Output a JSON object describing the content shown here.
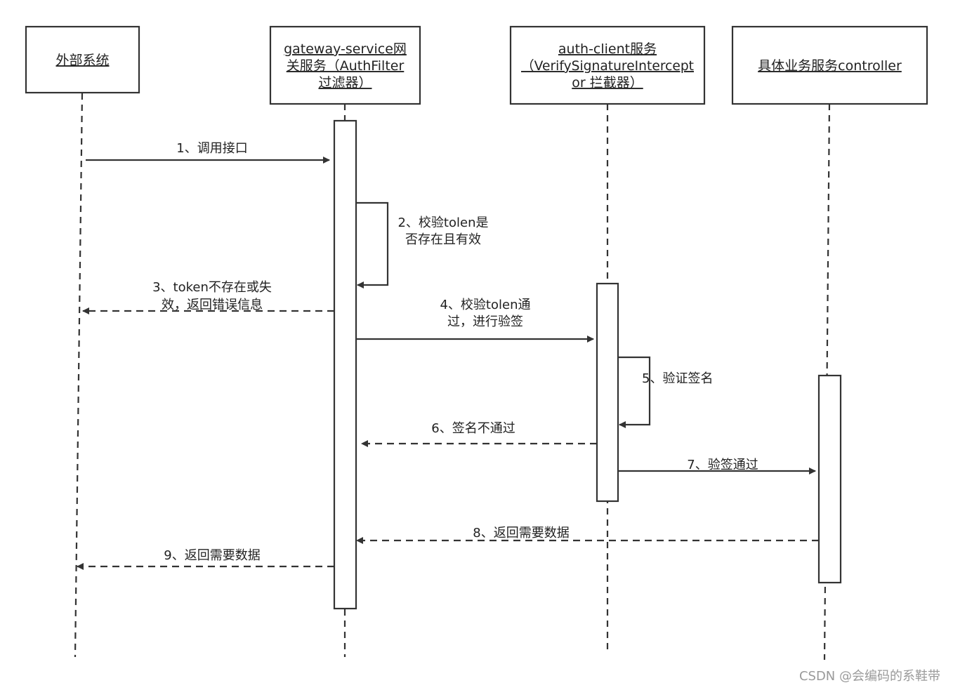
{
  "participants": [
    {
      "id": "external",
      "lines": [
        "外部系统"
      ]
    },
    {
      "id": "gateway",
      "lines": [
        "gateway-service网",
        "关服务（AuthFilter",
        "过滤器）"
      ]
    },
    {
      "id": "authclient",
      "lines": [
        "auth-client服务",
        "（VerifySignatureIntercept",
        "or 拦截器）"
      ]
    },
    {
      "id": "controller",
      "lines": [
        "具体业务服务controller"
      ]
    }
  ],
  "messages": [
    {
      "id": "m1",
      "from": "external",
      "to": "gateway",
      "style": "solid",
      "lines": [
        "1、调用接口"
      ]
    },
    {
      "id": "m2",
      "from": "gateway",
      "to": "gateway",
      "style": "self",
      "lines": [
        "2、校验tolen是",
        "否存在且有效"
      ]
    },
    {
      "id": "m3",
      "from": "gateway",
      "to": "external",
      "style": "dashed",
      "lines": [
        "3、token不存在或失",
        "效，返回错误信息"
      ]
    },
    {
      "id": "m4",
      "from": "gateway",
      "to": "authclient",
      "style": "solid",
      "lines": [
        "4、校验tolen通",
        "过，进行验签"
      ]
    },
    {
      "id": "m5",
      "from": "authclient",
      "to": "authclient",
      "style": "self",
      "lines": [
        "5、验证签名"
      ]
    },
    {
      "id": "m6",
      "from": "authclient",
      "to": "gateway",
      "style": "dashed",
      "lines": [
        "6、签名不通过"
      ]
    },
    {
      "id": "m7",
      "from": "authclient",
      "to": "controller",
      "style": "solid",
      "lines": [
        "7、验签通过"
      ]
    },
    {
      "id": "m8",
      "from": "controller",
      "to": "gateway",
      "style": "dashed",
      "lines": [
        "8、返回需要数据"
      ]
    },
    {
      "id": "m9",
      "from": "gateway",
      "to": "external",
      "style": "dashed",
      "lines": [
        "9、返回需要数据"
      ]
    }
  ],
  "watermark": "CSDN @会编码的系鞋带",
  "colors": {
    "stroke": "#333333",
    "text": "#222222",
    "background": "#ffffff",
    "watermark": "#9a9a9a"
  }
}
